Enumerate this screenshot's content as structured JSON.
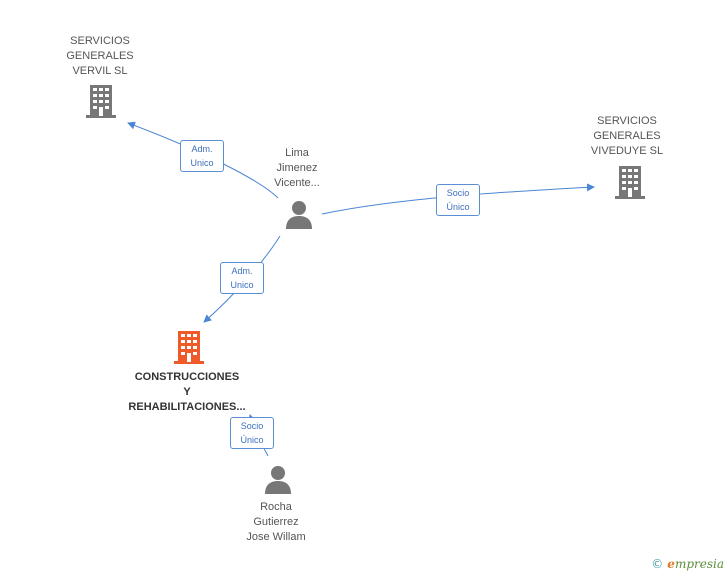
{
  "colors": {
    "edge": "#4a86d4",
    "company_icon": "#777777",
    "main_company_icon": "#f05a28",
    "person_icon": "#777777"
  },
  "nodes": {
    "vervil": {
      "lines": [
        "SERVICIOS",
        "GENERALES",
        "VERVIL  SL"
      ],
      "icon": "building-icon"
    },
    "viveduye": {
      "lines": [
        "SERVICIOS",
        "GENERALES",
        "VIVEDUYE SL"
      ],
      "icon": "building-icon"
    },
    "lima": {
      "lines": [
        "Lima",
        "Jimenez",
        "Vicente..."
      ],
      "icon": "person-icon"
    },
    "construcciones": {
      "lines": [
        "CONSTRUCCIONES",
        "Y",
        "REHABILITACIONES..."
      ],
      "icon": "building-icon"
    },
    "rocha": {
      "lines": [
        "Rocha",
        "Gutierrez",
        "Jose Willam"
      ],
      "icon": "person-icon"
    }
  },
  "edges": {
    "lima_vervil": {
      "lines": [
        "Adm.",
        "Unico"
      ]
    },
    "lima_viveduye": {
      "lines": [
        "Socio",
        "Único"
      ]
    },
    "lima_construcciones": {
      "lines": [
        "Adm.",
        "Unico"
      ]
    },
    "rocha_construcciones": {
      "lines": [
        "Socio",
        "Único"
      ]
    }
  },
  "watermark": {
    "copyright": "©",
    "brand_first": "e",
    "brand_rest": "mpresia"
  }
}
